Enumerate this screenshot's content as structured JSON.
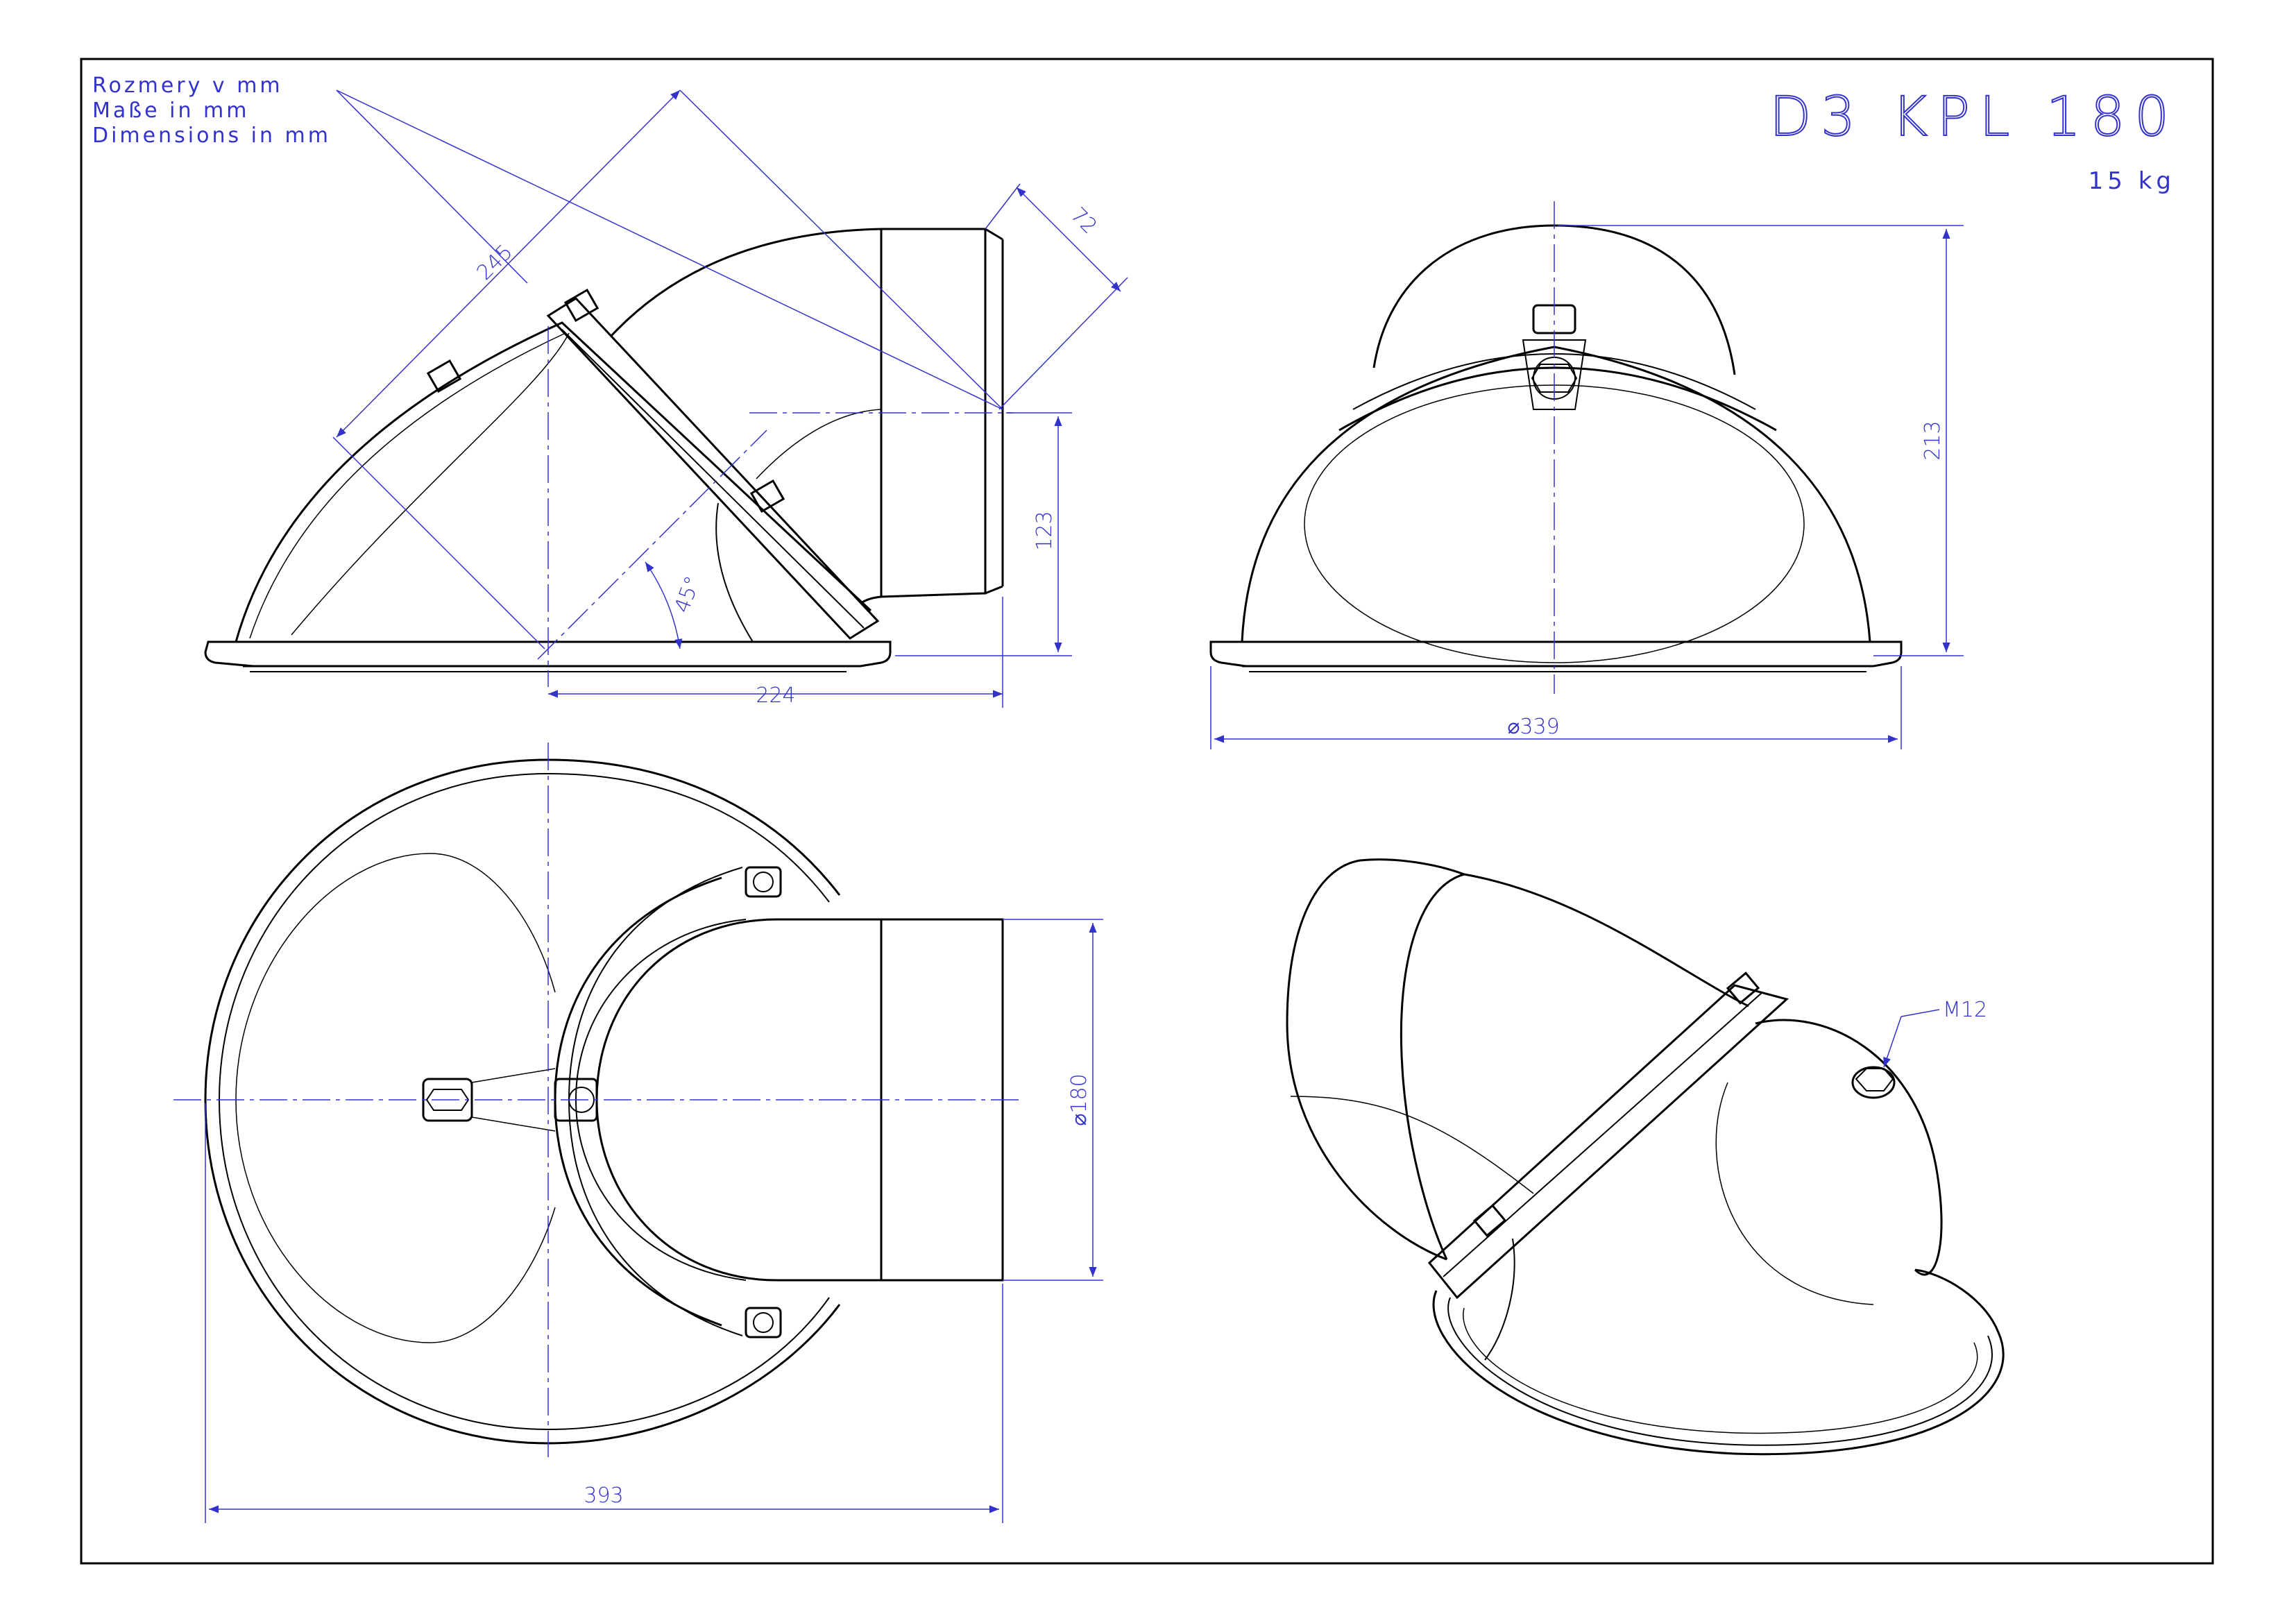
{
  "title_block": {
    "title": "D3 KPL 180",
    "weight": "15 kg",
    "units_lines": [
      "Rozmery v mm",
      "Maße in mm",
      "Dimensions in mm"
    ]
  },
  "dimensions": {
    "side_length_245": "245",
    "side_length_72": "72",
    "side_height_123": "123",
    "side_angle": "45°",
    "side_length_224": "224",
    "front_height_213": "213",
    "front_diameter_339": "⌀339",
    "top_diameter_180": "⌀180",
    "top_length_393": "393",
    "iso_thread_label": "M12"
  },
  "colors": {
    "outline": "#000000",
    "dimension": "#3333cc",
    "frame": "#000000"
  }
}
